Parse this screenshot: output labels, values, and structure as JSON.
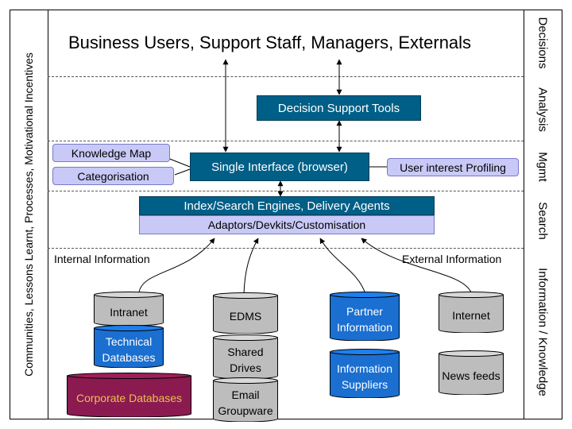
{
  "top_title": "Business Users, Support Staff, Managers, Externals",
  "left_label": "Communities, Lessons Learnt, Processes, Motivational Incentives",
  "right_layers": [
    "Decisions",
    "Analysis",
    "Mgmt",
    "Search",
    "Information / Knowledge"
  ],
  "boxes": {
    "decision_support": "Decision Support Tools",
    "single_interface": "Single Interface (browser)",
    "knowledge_map": "Knowledge Map",
    "categorisation": "Categorisation",
    "user_profiling": "User interest Profiling",
    "index_search": "Index/Search Engines, Delivery Agents",
    "adaptors": "Adaptors/Devkits/Customisation"
  },
  "section_labels": {
    "internal": "Internal Information",
    "external": "External Information"
  },
  "repositories": [
    {
      "label": [
        "Intranet"
      ],
      "color": "#bdbdbd"
    },
    {
      "label": [
        "Technical",
        "Databases"
      ],
      "color": "#1a6fd0"
    },
    {
      "label": [
        "Corporate Databases"
      ],
      "color": "#8b1a50"
    },
    {
      "label": [
        "EDMS"
      ],
      "color": "#bdbdbd"
    },
    {
      "label": [
        "Shared",
        "Drives"
      ],
      "color": "#bdbdbd"
    },
    {
      "label": [
        "Email",
        "Groupware"
      ],
      "color": "#bdbdbd"
    },
    {
      "label": [
        "Partner",
        "Information"
      ],
      "color": "#1a6fd0"
    },
    {
      "label": [
        "Information",
        "Suppliers"
      ],
      "color": "#1a6fd0"
    },
    {
      "label": [
        "Internet"
      ],
      "color": "#bdbdbd"
    },
    {
      "label": [
        "News feeds"
      ],
      "color": "#bdbdbd"
    }
  ],
  "colors": {
    "teal_box": "#005f87",
    "lavender_box": "#c9c9f7",
    "grey_store": "#bdbdbd",
    "blue_store": "#1a6fd0",
    "maroon_store": "#8b1a50"
  }
}
